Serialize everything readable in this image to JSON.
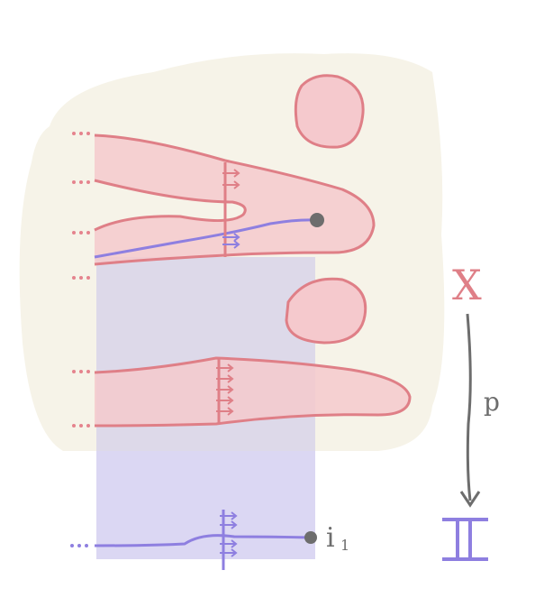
{
  "labels": {
    "space": "X",
    "map": "p",
    "base": "I",
    "point": "i",
    "point_sub": "1"
  },
  "colors": {
    "background": "#ffffff",
    "region": "#f6f3e8",
    "pink_fill": "#f5c9cd",
    "pink_stroke": "#df7f87",
    "purple_fill": "#c9c2ea",
    "purple_stroke": "#8e7fe0",
    "dots": "#e5838d",
    "gray": "#6d6d6d"
  },
  "icons": {
    "marked_point": "filled-circle",
    "arrow": "down-arrow"
  }
}
